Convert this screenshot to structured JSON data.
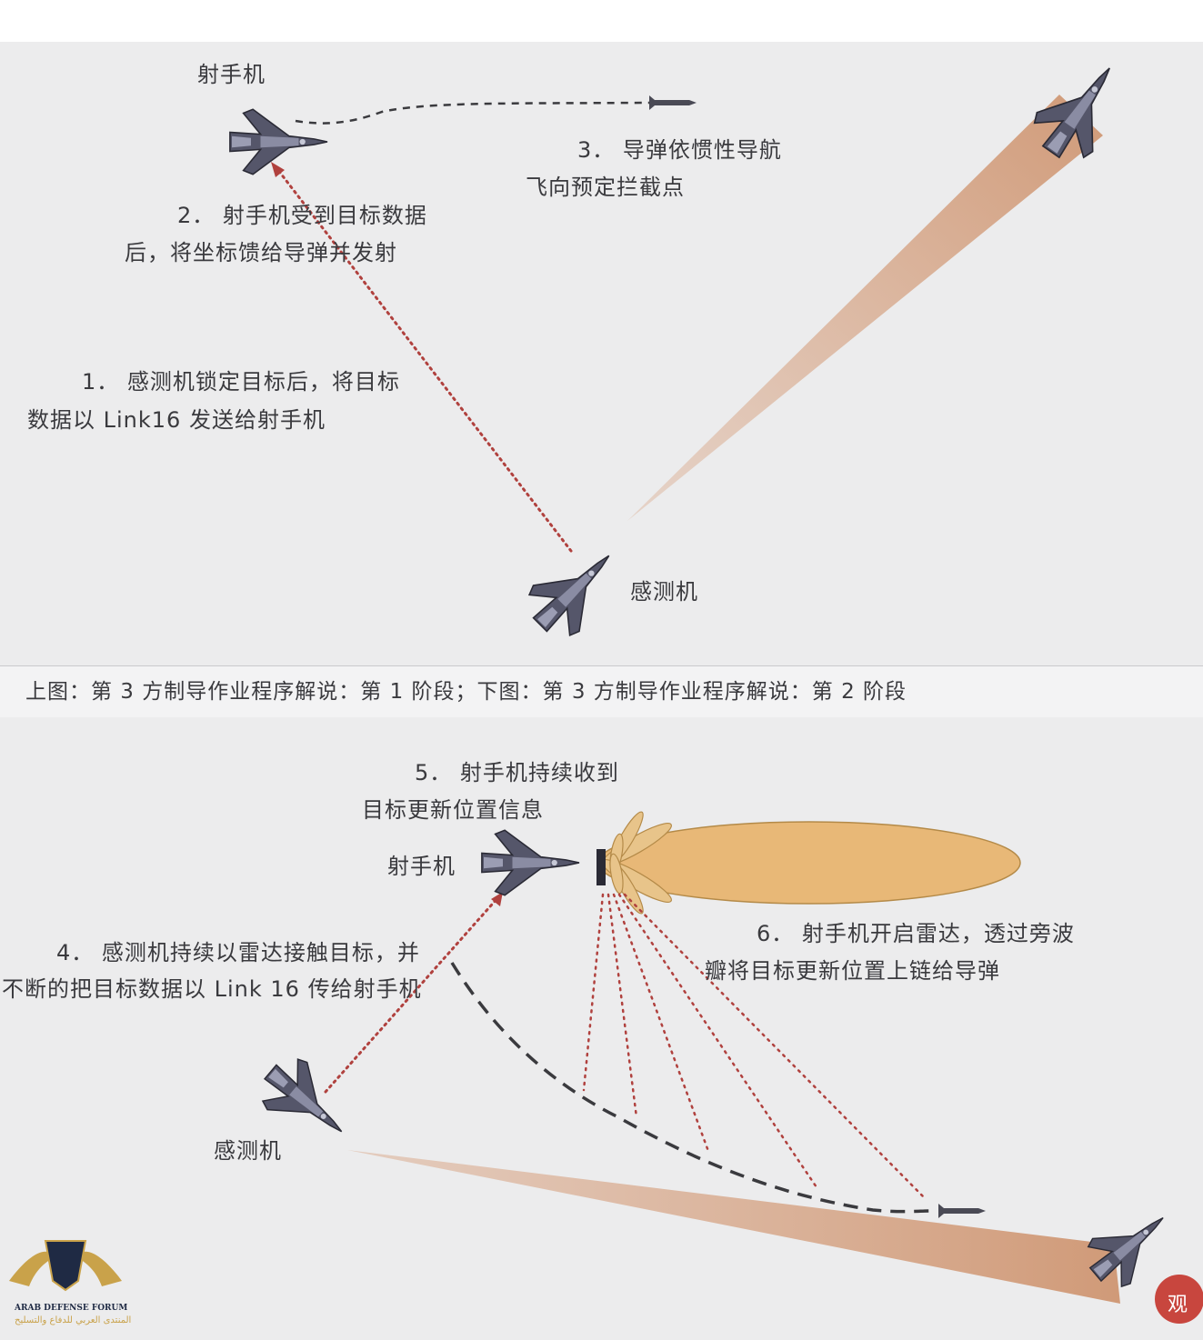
{
  "top": {
    "shooter_label": "射手机",
    "sensor_label": "感测机",
    "step1_line1": "1．  感测机锁定目标后，将目标",
    "step1_line2": "数据以 Link16 发送给射手机",
    "step2_line1": "2．  射手机受到目标数据",
    "step2_line2": "后，将坐标馈给导弹并发射",
    "step3_line1": "3．  导弹依惯性导航",
    "step3_line2": "飞向预定拦截点"
  },
  "caption": "上图：第 3 方制导作业程序解说：第 1 阶段；下图：第 3 方制导作业程序解说：第 2 阶段",
  "bottom": {
    "shooter_label": "射手机",
    "sensor_label": "感测机",
    "step4_line1": "4．  感测机持续以雷达接触目标，并",
    "step4_line2": "不断的把目标数据以 Link  16 传给射手机",
    "step5_line1": "5．  射手机持续收到",
    "step5_line2": "目标更新位置信息",
    "step6_line1": "6．  射手机开启雷达，透过旁波",
    "step6_line2": "瓣将目标更新位置上链给导弹"
  },
  "watermark": {
    "name": "ARAB DEFENSE FORUM",
    "arabic": "المنتدى العربي للدفاع والتسليح",
    "seal_char": "观"
  },
  "colors": {
    "panel": "#ececed",
    "beam": "#d9a585",
    "radar_lobe": "#e8b877",
    "datalink": "#b0413e",
    "missile_path": "#3a3a3e",
    "text": "#3a3a3e"
  }
}
